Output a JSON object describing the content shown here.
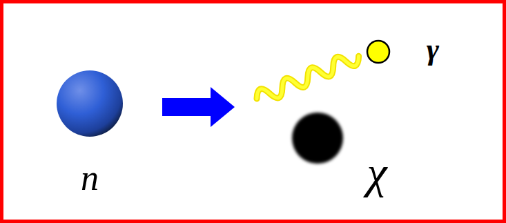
{
  "diagram": {
    "labels": [
      "n",
      "γ",
      "χ"
    ]
  }
}
